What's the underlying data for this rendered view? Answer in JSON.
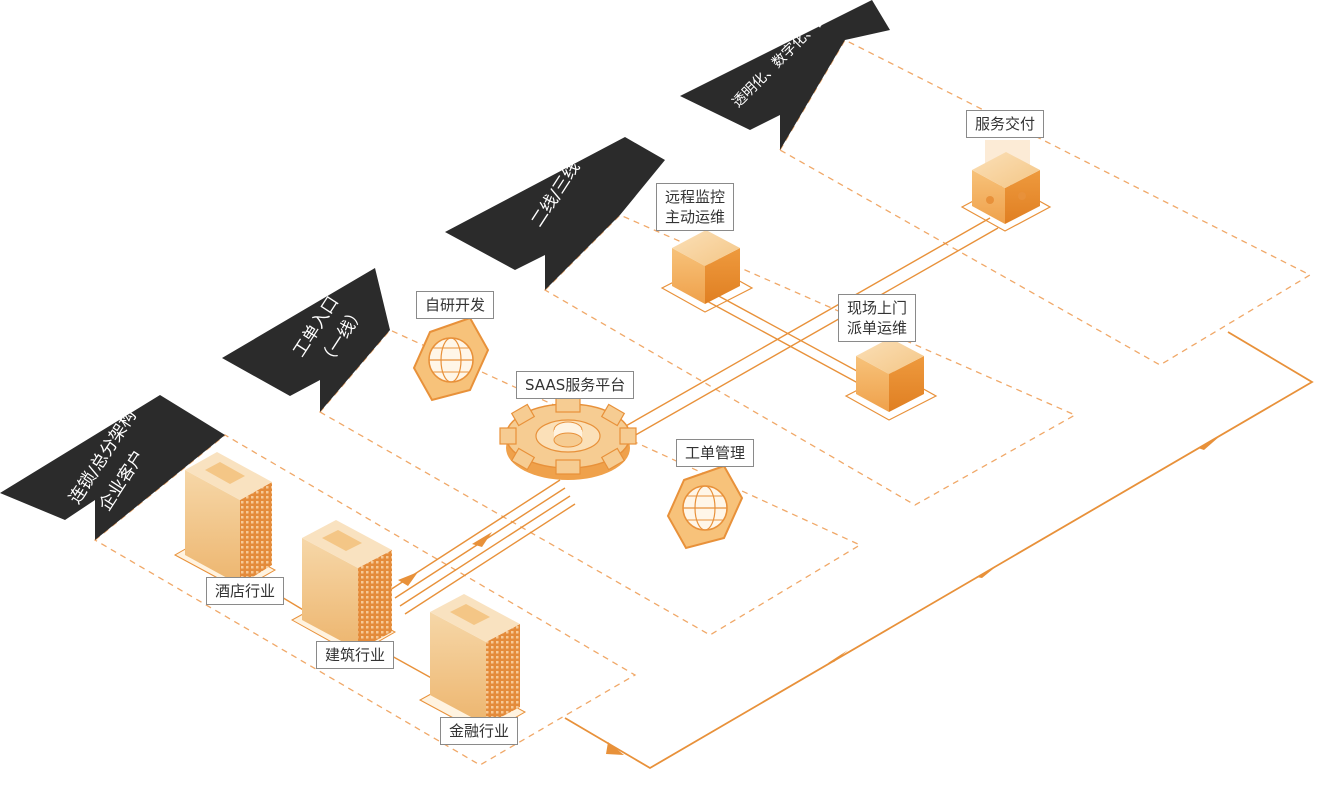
{
  "tiers": [
    {
      "line1": "连锁/总分架构",
      "line2": "企业客户"
    },
    {
      "line1": "工单入口",
      "line2": "（一线）"
    },
    {
      "line1": "二线/三线",
      "line2": ""
    },
    {
      "line1": "透明化、数字化、智能化",
      "line2": ""
    }
  ],
  "nodes": {
    "hotel": "酒店行业",
    "construction": "建筑行业",
    "finance": "金融行业",
    "rnd": "自研开发",
    "saas": "SAAS服务平台",
    "ticket": "工单管理",
    "remote_line1": "远程监控",
    "remote_line2": "主动运维",
    "onsite_line1": "现场上门",
    "onsite_line2": "派单运维",
    "delivery": "服务交付"
  },
  "colors": {
    "accent": "#E8913A",
    "accent_light": "#F5C98E",
    "tier_bg": "#2B2B2B",
    "dash": "#F0A868"
  }
}
